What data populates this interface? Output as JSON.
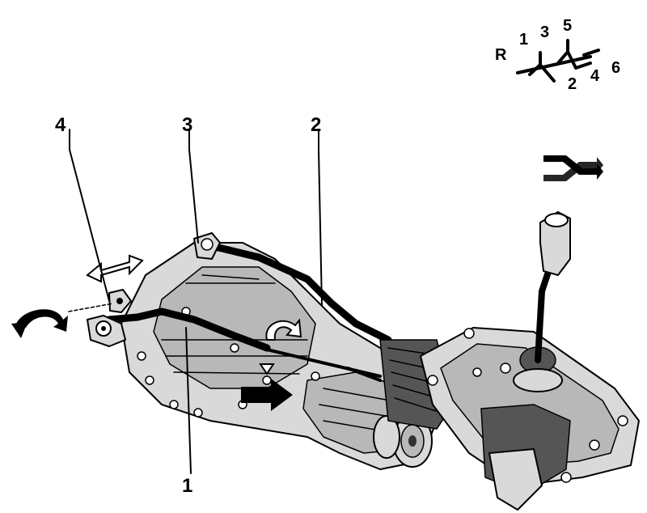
{
  "diagram": {
    "callouts": [
      {
        "id": "callout-4",
        "text": "4"
      },
      {
        "id": "callout-3",
        "text": "3"
      },
      {
        "id": "callout-2",
        "text": "2"
      },
      {
        "id": "callout-1",
        "text": "1"
      }
    ],
    "shift_pattern": {
      "reverse": "R",
      "gear_1": "1",
      "gear_2": "2",
      "gear_3": "3",
      "gear_4": "4",
      "gear_5": "5",
      "gear_6": "6"
    }
  }
}
